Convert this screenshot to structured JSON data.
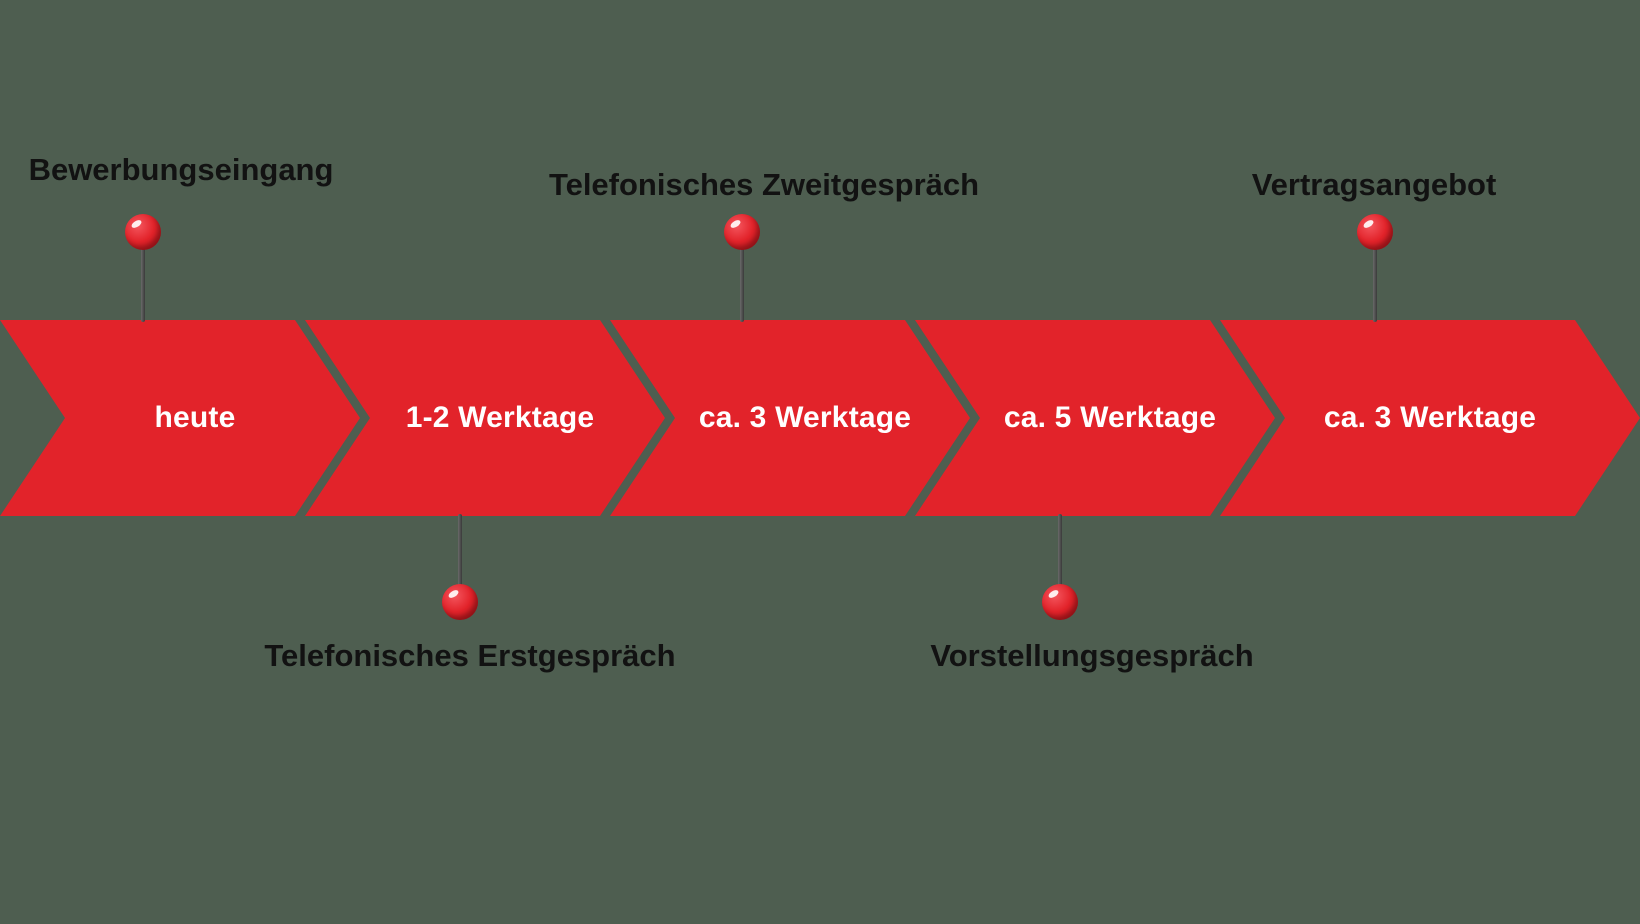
{
  "colors": {
    "background": "#4e5e50",
    "arrow": "#e2232a",
    "pin_head": "#e2232a",
    "pin_needle": "#474747",
    "label_text": "#121212",
    "arrow_text": "#ffffff"
  },
  "timeline": {
    "stages": [
      {
        "duration": "heute"
      },
      {
        "duration": "1-2 Werktage"
      },
      {
        "duration": "ca. 3 Werktage"
      },
      {
        "duration": "ca. 5 Werktage"
      },
      {
        "duration": "ca. 3 Werktage"
      }
    ],
    "milestones_top": [
      {
        "label": "Bewerbungseingang"
      },
      {
        "label": "Telefonisches Zweitgespräch"
      },
      {
        "label": "Vertragsangebot"
      }
    ],
    "milestones_bottom": [
      {
        "label": "Telefonisches Erstgespräch"
      },
      {
        "label": "Vorstellungsgespräch"
      }
    ]
  }
}
